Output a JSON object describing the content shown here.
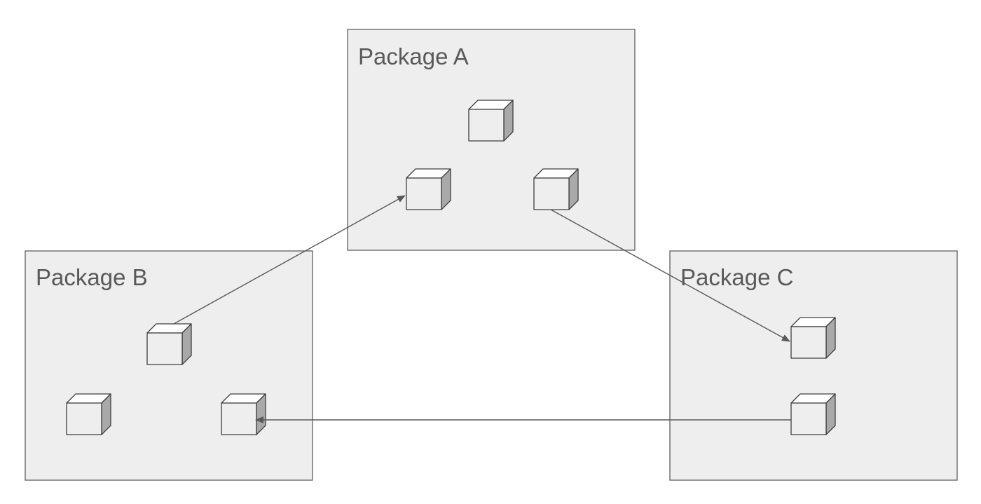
{
  "packages": [
    {
      "id": "a",
      "label": "Package A"
    },
    {
      "id": "b",
      "label": "Package B"
    },
    {
      "id": "c",
      "label": "Package C"
    }
  ],
  "colors": {
    "package_fill": "#eeeeee",
    "package_stroke": "#5f5f5f",
    "label_text": "#595959",
    "cube_front": "#eeeeee",
    "cube_top": "#ffffff",
    "cube_side": "#a9a9a9",
    "arrow": "#595959"
  }
}
